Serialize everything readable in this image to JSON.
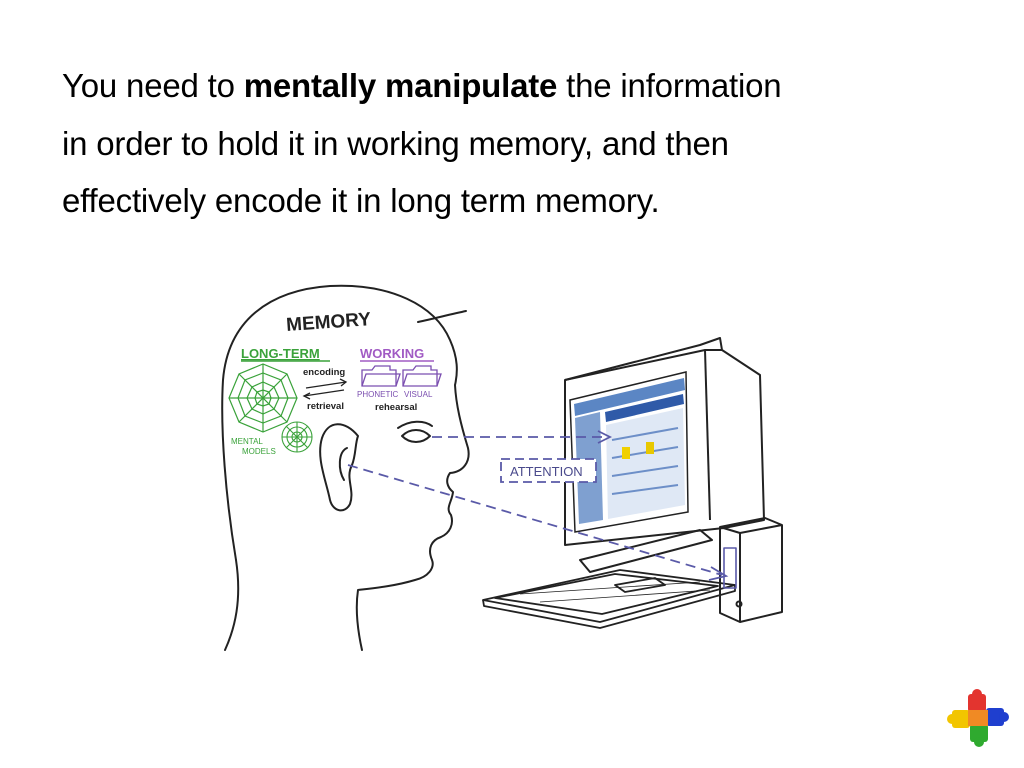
{
  "slide": {
    "line1_pre": "You need to ",
    "line1_bold": "mentally manipulate",
    "line1_post": " the information",
    "line2": "in order to hold it in working memory, and then",
    "line3": "effectively encode it in long term memory."
  },
  "diagram": {
    "memory_title": "MEMORY",
    "long_term": "LONG-TERM",
    "working": "WORKING",
    "encoding": "encoding",
    "retrieval": "retrieval",
    "phonetic": "PHONETIC",
    "visual": "VISUAL",
    "rehearsal": "rehearsal",
    "mental": "MENTAL",
    "models": "MODELS",
    "attention": "ATTENTION"
  },
  "colors": {
    "long_term": "#3aa23a",
    "working": "#a15bc4",
    "arrows": "#5a5aa8",
    "puzzle": [
      "#e3342f",
      "#1f3fcf",
      "#2faa2f",
      "#f2c500"
    ]
  },
  "icons": [
    "puzzle-logo-icon",
    "folder-icon",
    "web-icon",
    "arrow-icon"
  ]
}
